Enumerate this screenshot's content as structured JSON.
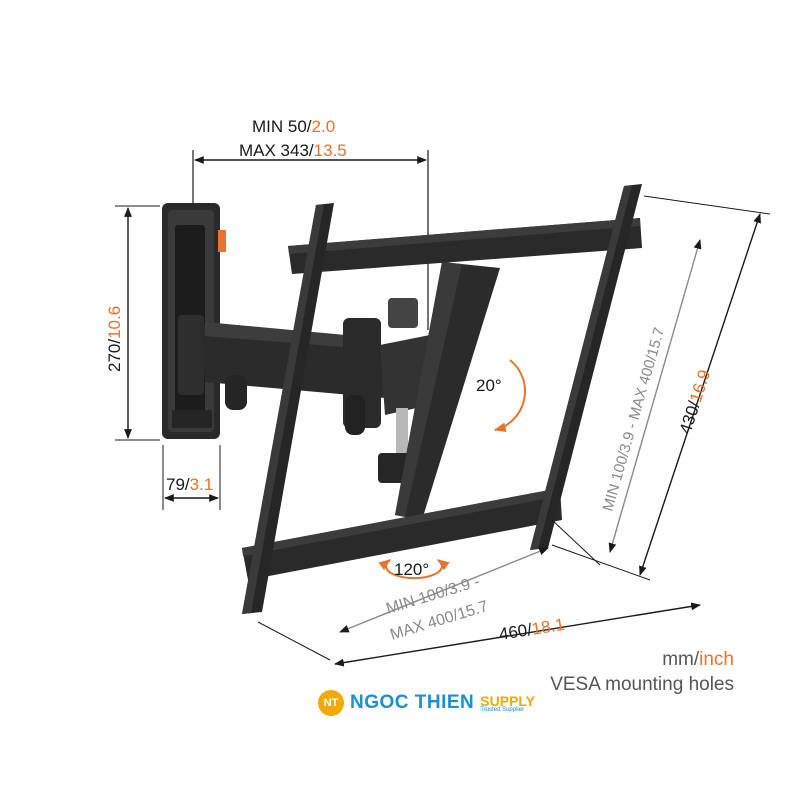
{
  "dimensions": {
    "depth_min": {
      "mm": "MIN 50/",
      "inch": "2.0"
    },
    "depth_max": {
      "mm": "MAX 343/",
      "inch": "13.5"
    },
    "plate_height": {
      "mm": "270/",
      "inch": "10.6"
    },
    "plate_width": {
      "mm": "79/",
      "inch": "3.1"
    },
    "vesa_vertical": {
      "text": "MIN 100/3.9 - MAX 400/15.7"
    },
    "frame_height": {
      "mm": "430/",
      "inch": "16.9"
    },
    "vesa_horizontal_line1": "MIN 100/3.9 -",
    "vesa_horizontal_line2": "MAX 400/15.7",
    "frame_width": {
      "mm": "460/",
      "inch": "18.1"
    },
    "tilt": "20°",
    "swivel": "120°"
  },
  "legend": {
    "units_mm": "mm/",
    "units_inch": "inch",
    "caption": "VESA mounting holes"
  },
  "branding": {
    "badge": "NT",
    "name": "NGOC THIEN",
    "supply": "SUPPLY",
    "tagline": "Trusted Supplier"
  },
  "colors": {
    "accent": "#e8732a",
    "ink": "#1a1a1a",
    "mount": "#2b2b2b",
    "dim_grey": "#8a8a8a"
  }
}
